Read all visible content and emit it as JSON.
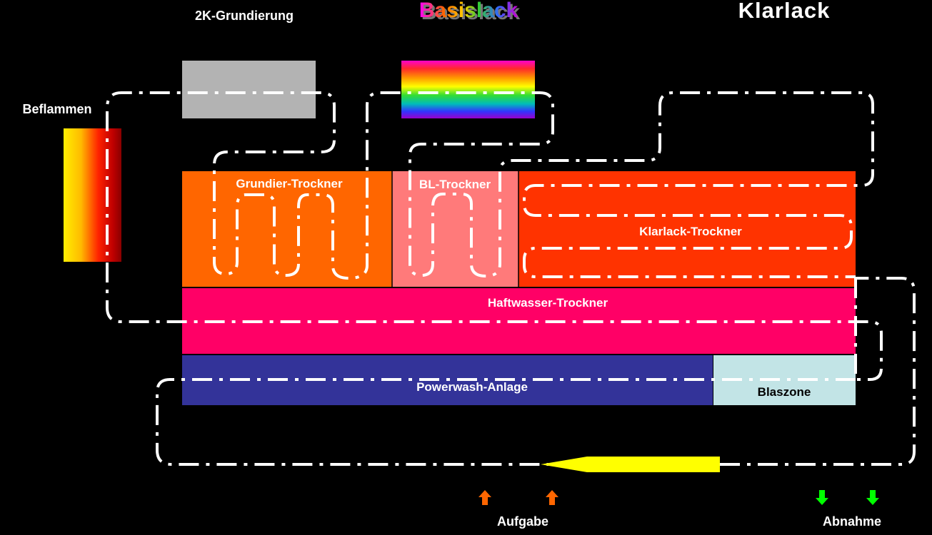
{
  "labels": {
    "grundierung": "2K-Grundierung",
    "basislack": "Basislack",
    "klarlack": "Klarlack",
    "beflammen": "Beflammen",
    "grundier_trockner": "Grundier-Trockner",
    "bl_trockner": "BL-Trockner",
    "klarlack_trockner": "Klarlack-Trockner",
    "haftwasser_trockner": "Haftwasser-Trockner",
    "powerwash": "Powerwash-Anlage",
    "blaszone": "Blaszone",
    "aufgabe": "Aufgabe",
    "abnahme": "Abnahme"
  },
  "colors": {
    "background": "#000000",
    "grundierung_booth": "#b3b3b3",
    "grundier_trockner": "#ff6600",
    "bl_trockner": "#ff7a7a",
    "klarlack_trockner": "#ff3300",
    "haftwasser_trockner": "#ff0066",
    "powerwash": "#333399",
    "blaszone": "#c2e4e6",
    "conveyor_line": "#ffffff",
    "direction_arrow": "#ffff00",
    "aufgabe_arrow": "#ff6600",
    "abnahme_arrow": "#00ff00"
  },
  "icons": {
    "flame_zone": "flame-gradient",
    "basislack_booth": "rainbow-gradient",
    "aufgabe": "up-arrow-icon",
    "abnahme": "down-arrow-icon"
  }
}
